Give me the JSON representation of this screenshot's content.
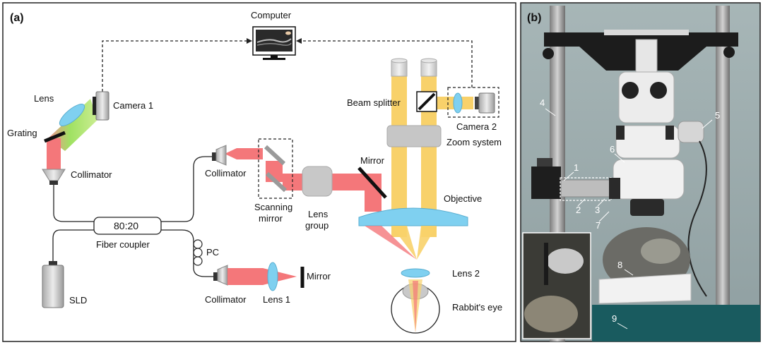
{
  "panel_a": {
    "tag": "(a)",
    "labels": {
      "computer": "Computer",
      "lens": "Lens",
      "camera1": "Camera 1",
      "grating": "Grating",
      "collimator_left": "Collimator",
      "coupler_ratio": "80:20",
      "fiber_coupler": "Fiber coupler",
      "pc": "PC",
      "sld": "SLD",
      "collimator_sample": "Collimator",
      "scanning": "Scanning",
      "mirror_word": "mirror",
      "lens_word": "Lens",
      "group_word": "group",
      "mirror_top": "Mirror",
      "collimator_ref": "Collimator",
      "lens1": "Lens 1",
      "mirror_ref": "Mirror",
      "beam_splitter": "Beam splitter",
      "camera2": "Camera 2",
      "zoom_system": "Zoom system",
      "objective": "Objective",
      "lens2": "Lens 2",
      "rabbit_eye": "Rabbit's eye"
    }
  },
  "panel_b": {
    "tag": "(b)",
    "numbers": [
      "1",
      "2",
      "3",
      "4",
      "5",
      "6",
      "7",
      "8",
      "9"
    ]
  },
  "colors": {
    "beam": "#f4777a",
    "vis_beam": "#f8d16a",
    "spectrum_green": "#8ddc52",
    "optic_blue": "#7fd0f0",
    "device_gray": "#c9c9c9",
    "photo_bg": "#9fb0b1"
  }
}
